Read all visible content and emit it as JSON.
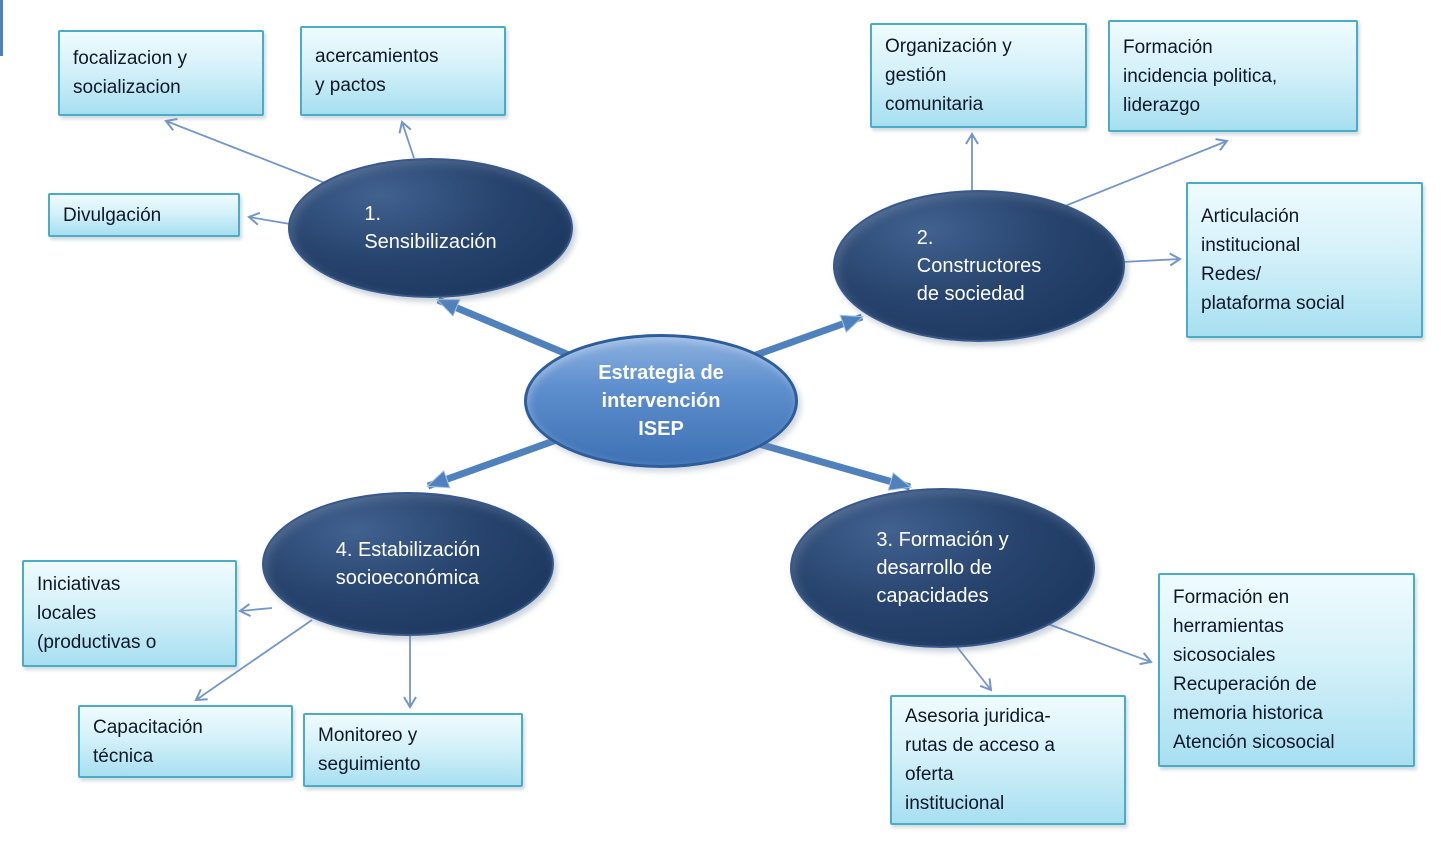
{
  "nodes": {
    "center": {
      "label": "Estrategia de\nintervención\nISEP"
    },
    "e1": {
      "label": "1.\nSensibilización"
    },
    "e2": {
      "label": "2.\nConstructores\nde sociedad"
    },
    "e3": {
      "label": "3. Formación y\ndesarrollo de\ncapacidades"
    },
    "e4": {
      "label": "4. Estabilización\nsocioeconómica"
    },
    "b1": {
      "label": "focalizacion y\nsocializacion"
    },
    "b2": {
      "label": "acercamientos\ny pactos"
    },
    "b3": {
      "label": "Divulgación"
    },
    "b4": {
      "label": "Organización y\ngestión\ncomunitaria"
    },
    "b5": {
      "label": "Formación\nincidencia politica,\nliderazgo"
    },
    "b6": {
      "label": "Articulación\ninstitucional\nRedes/\nplataforma social"
    },
    "b7": {
      "label": "Iniciativas\nlocales\n(productivas o"
    },
    "b8": {
      "label": "Capacitación\ntécnica"
    },
    "b9": {
      "label": "Monitoreo y\nseguimiento"
    },
    "b10": {
      "label": "Asesoria juridica-\nrutas de acceso a\noferta\ninstitucional"
    },
    "b11": {
      "label": "Formación en\nherramientas\nsicosociales\nRecuperación de\nmemoria historica\nAtención sicosocial"
    }
  },
  "edges": [
    {
      "from": "center",
      "to": "e1",
      "style": "thick"
    },
    {
      "from": "center",
      "to": "e2",
      "style": "thick"
    },
    {
      "from": "center",
      "to": "e3",
      "style": "thick"
    },
    {
      "from": "center",
      "to": "e4",
      "style": "thick"
    },
    {
      "from": "e1",
      "to": "b1",
      "style": "thin"
    },
    {
      "from": "e1",
      "to": "b2",
      "style": "thin"
    },
    {
      "from": "e1",
      "to": "b3",
      "style": "thin"
    },
    {
      "from": "e2",
      "to": "b4",
      "style": "thin"
    },
    {
      "from": "e2",
      "to": "b5",
      "style": "thin"
    },
    {
      "from": "e2",
      "to": "b6",
      "style": "thin"
    },
    {
      "from": "e3",
      "to": "b10",
      "style": "thin"
    },
    {
      "from": "e3",
      "to": "b11",
      "style": "thin"
    },
    {
      "from": "e4",
      "to": "b7",
      "style": "thin"
    },
    {
      "from": "e4",
      "to": "b8",
      "style": "thin"
    },
    {
      "from": "e4",
      "to": "b9",
      "style": "thin"
    }
  ],
  "colors": {
    "box_border": "#4bacc6",
    "box_fill_top": "#effbfe",
    "box_fill_bottom": "#a7dff1",
    "box_text": "#101828",
    "ellipse_fill": "#1e3a62",
    "ellipse_border": "#38598c",
    "ellipse_text": "#ffffff",
    "center_fill_top": "#8db1e0",
    "center_fill_bottom": "#3e71b5",
    "center_border": "#2e5d9b",
    "connector_thin": "#7396c8",
    "connector_thick": "#4f81bd"
  }
}
